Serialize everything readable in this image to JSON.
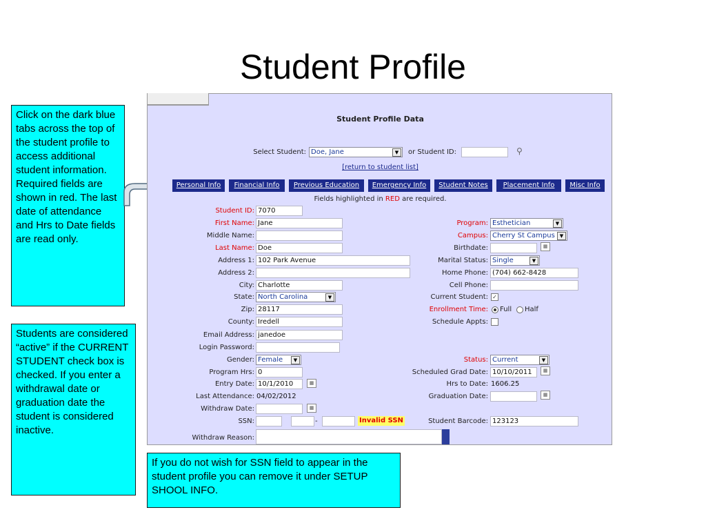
{
  "slide": {
    "title": "Student Profile",
    "callout_tabs": "Click on the dark blue tabs across the top of the student profile to access additional student information. Required fields are shown in red. The last date of attendance and Hrs to Date fields are read only.",
    "callout_active": "Students are considered “active” if the CURRENT STUDENT  check box is checked.  If you enter a withdrawal date or graduation date the student  is considered inactive.",
    "callout_ssn": "If you do not wish for SSN field to appear  in the student profile you can remove it  under SETUP SHOOL INFO."
  },
  "profile": {
    "heading": "Student Profile Data",
    "select_student_label": "Select Student:",
    "select_student_value": "Doe, Jane",
    "or_student_id_label": "or Student ID:",
    "return_link": "[return to student list]",
    "tabs": [
      "Personal Info",
      "Financial Info",
      "Previous Education",
      "Emergency Info",
      "Student Notes",
      "Placement Info",
      "Misc Info"
    ],
    "required_note_prefix": "Fields highlighted in ",
    "required_note_red": "RED",
    "required_note_suffix": " are required.",
    "left": {
      "student_id": {
        "label": "Student ID:",
        "value": "7070"
      },
      "first_name": {
        "label": "First Name:",
        "value": "Jane"
      },
      "middle_name": {
        "label": "Middle Name:",
        "value": ""
      },
      "last_name": {
        "label": "Last Name:",
        "value": "Doe"
      },
      "address1": {
        "label": "Address 1:",
        "value": "102 Park Avenue"
      },
      "address2": {
        "label": "Address 2:",
        "value": ""
      },
      "city": {
        "label": "City:",
        "value": "Charlotte"
      },
      "state": {
        "label": "State:",
        "value": "North Carolina"
      },
      "zip": {
        "label": "Zip:",
        "value": "28117"
      },
      "county": {
        "label": "County:",
        "value": "Iredell"
      },
      "email": {
        "label": "Email Address:",
        "value": "janedoe"
      },
      "login_password": {
        "label": "Login Password:",
        "value": ""
      },
      "gender": {
        "label": "Gender:",
        "value": "Female"
      },
      "program_hrs": {
        "label": "Program Hrs:",
        "value": "0"
      },
      "entry_date": {
        "label": "Entry Date:",
        "value": "10/1/2010"
      },
      "last_attendance": {
        "label": "Last Attendance:",
        "value": "04/02/2012"
      },
      "withdraw_date": {
        "label": "Withdraw Date:",
        "value": ""
      },
      "ssn": {
        "label": "SSN:",
        "sep": "-",
        "invalid": "Invalid SSN"
      },
      "withdraw_reason": {
        "label": "Withdraw Reason:",
        "value": ""
      }
    },
    "right": {
      "program": {
        "label": "Program:",
        "value": "Esthetician"
      },
      "campus": {
        "label": "Campus:",
        "value": "Cherry St Campus"
      },
      "birthdate": {
        "label": "Birthdate:",
        "value": ""
      },
      "marital_status": {
        "label": "Marital Status:",
        "value": "Single"
      },
      "home_phone": {
        "label": "Home Phone:",
        "value": "(704) 662-8428"
      },
      "cell_phone": {
        "label": "Cell Phone:",
        "value": ""
      },
      "current_student": {
        "label": "Current Student:",
        "checked": true
      },
      "enrollment_time": {
        "label": "Enrollment Time:",
        "full": "Full",
        "half": "Half"
      },
      "schedule_appts": {
        "label": "Schedule Appts:",
        "checked": false
      },
      "status": {
        "label": "Status:",
        "value": "Current"
      },
      "sched_grad_date": {
        "label": "Scheduled Grad Date:",
        "value": "10/10/2011"
      },
      "hrs_to_date": {
        "label": "Hrs to Date:",
        "value": "1606.25"
      },
      "graduation_date": {
        "label": "Graduation Date:",
        "value": ""
      },
      "student_barcode": {
        "label": "Student Barcode:",
        "value": "123123"
      }
    }
  },
  "colors": {
    "cyan_callout": "#00ffff",
    "tab_blue": "#1c2a8c",
    "panel_bg": "#ddddff",
    "required_red": "#e00000"
  }
}
